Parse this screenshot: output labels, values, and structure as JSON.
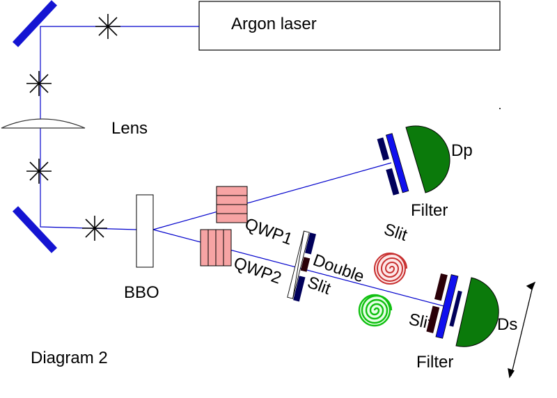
{
  "diagram": {
    "caption": "Diagram 2",
    "labels": {
      "laser": "Argon laser",
      "lens": "Lens",
      "bbo": "BBO",
      "dp": "Dp",
      "ds": "Ds",
      "filter_top": "Filter",
      "filter_bottom": "Filter",
      "slit_top": "Slit",
      "slit_bottom": "Slit",
      "qwp1": "QWP1",
      "qwp2": "QWP2",
      "double": "Double",
      "double_slit": "Slit"
    },
    "colors": {
      "beam": "#0000cc",
      "mirror": "#1414d2",
      "detector": "#0b7a0b",
      "filter_blue": "#1010ee",
      "filter_dark": "#00005a",
      "waveplate": "#f7a4a4",
      "slit_dark": "#2a0008",
      "spiral_red": "#c83030",
      "spiral_green": "#10c010"
    }
  }
}
